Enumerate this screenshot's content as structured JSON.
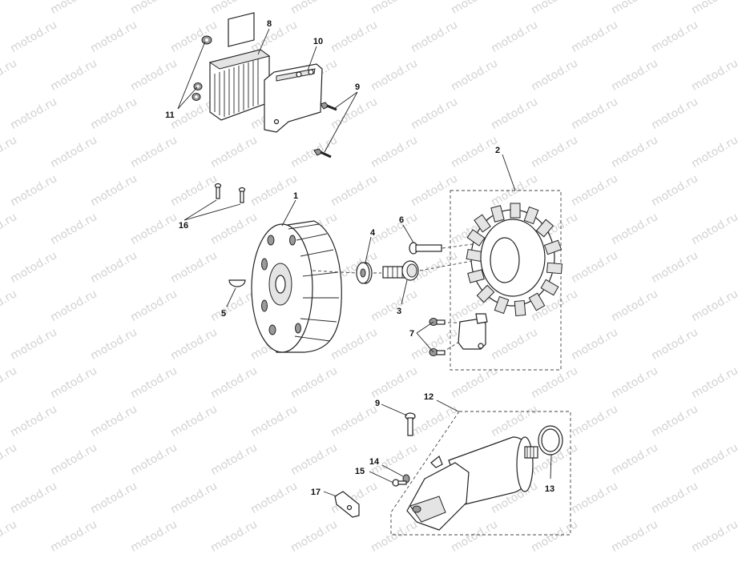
{
  "watermark": {
    "text": "motod.ru"
  },
  "callouts": {
    "c1": "1",
    "c2": "2",
    "c3": "3",
    "c4": "4",
    "c5": "5",
    "c6": "6",
    "c7": "7",
    "c8": "8",
    "c9a": "9",
    "c9b": "9",
    "c10": "10",
    "c11": "11",
    "c12": "12",
    "c13": "13",
    "c14": "14",
    "c15": "15",
    "c16": "16",
    "c17": "17"
  }
}
